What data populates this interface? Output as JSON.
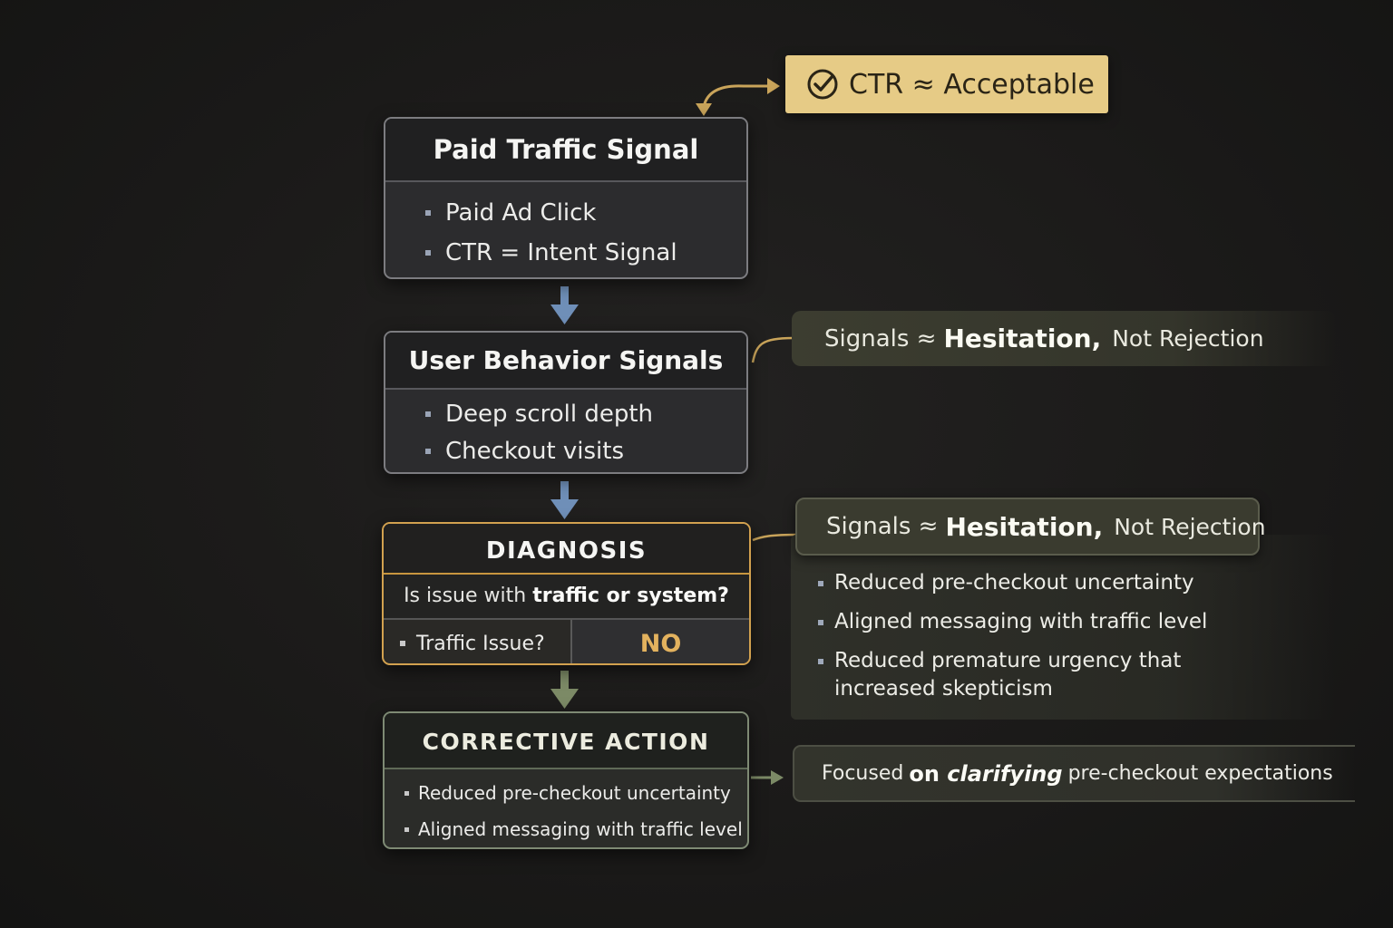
{
  "ctr_badge": {
    "icon": "check-circle-icon",
    "label": "CTR ≈ Acceptable",
    "color": "#e6cb86"
  },
  "flow": {
    "paid_traffic": {
      "title": "Paid Traffic Signal",
      "items": [
        "Paid Ad Click",
        "CTR = Intent Signal"
      ]
    },
    "user_behavior": {
      "title": "User Behavior Signals",
      "items": [
        "Deep scroll depth",
        "Checkout visits"
      ]
    },
    "diagnosis": {
      "title": "DIAGNOSIS",
      "question_prefix": "Is issue with",
      "question_bold": "traffic or system?",
      "row_label": "Traffic Issue?",
      "row_answer": "NO",
      "accent": "#d2a14f"
    },
    "corrective_action": {
      "title": "CORRECTIVE ACTION",
      "items": [
        "Reduced pre-checkout uncertainty",
        "Aligned messaging with traffic level"
      ]
    }
  },
  "callouts": {
    "behavior_note": {
      "prefix": "Signals ≈",
      "strong": "Hesitation,",
      "tail": "Not Rejection"
    },
    "diagnosis_note": {
      "prefix": "Signals ≈",
      "strong": "Hesitation,",
      "tail": "Not Rejection",
      "items": [
        "Reduced pre-checkout uncertainty",
        "Aligned messaging with traffic level",
        "Reduced premature urgency that increased skepticism"
      ]
    },
    "action_note": {
      "prefix": "Focused",
      "strong_on": "on",
      "strong_italic": "clarifying",
      "tail": "pre-checkout expectations"
    }
  },
  "colors": {
    "arrow_blue": "#6f8fb8",
    "arrow_green": "#7c8a66",
    "connector_gold": "#c9a45a"
  }
}
